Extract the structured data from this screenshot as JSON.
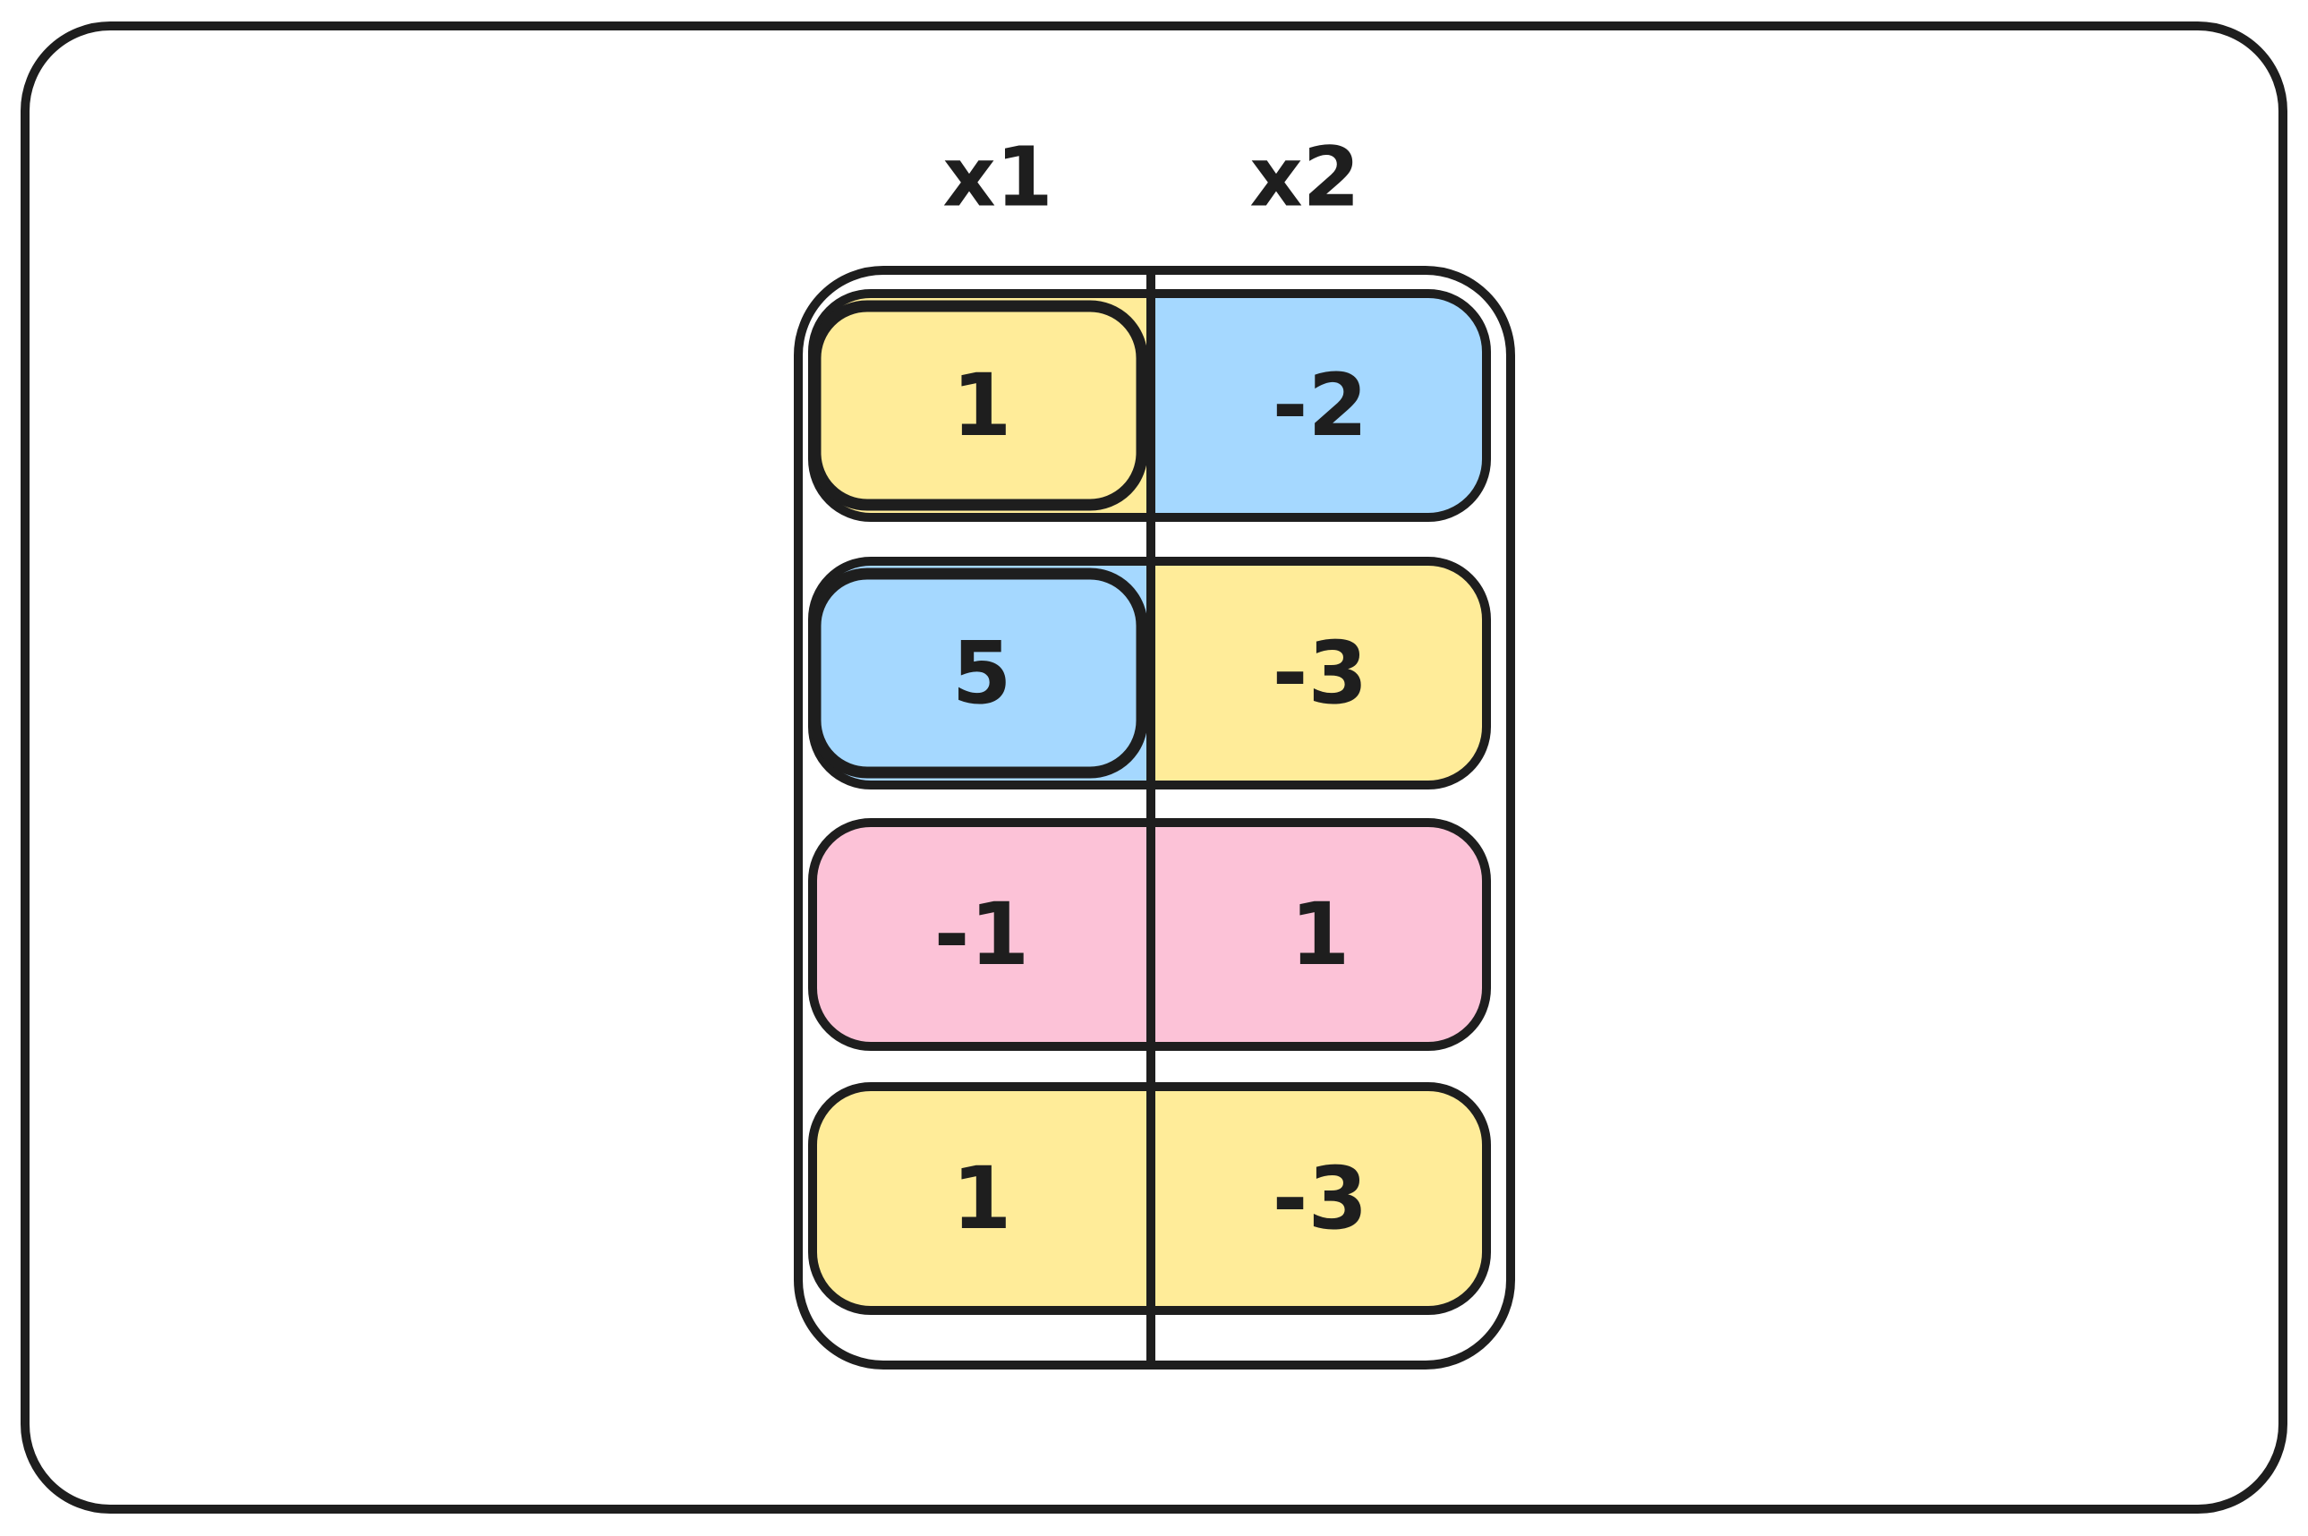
{
  "headers": [
    "x1",
    "x2"
  ],
  "rows": [
    {
      "values": [
        "1",
        "-2"
      ],
      "colors": [
        "#ffec99",
        "#a5d8ff"
      ],
      "first_cell_highlighted": true
    },
    {
      "values": [
        "5",
        "-3"
      ],
      "colors": [
        "#a5d8ff",
        "#ffec99"
      ],
      "first_cell_highlighted": true
    },
    {
      "values": [
        "-1",
        "1"
      ],
      "colors": [
        "#fcc2d7",
        "#fcc2d7"
      ],
      "first_cell_highlighted": false
    },
    {
      "values": [
        "1",
        "-3"
      ],
      "colors": [
        "#ffec99",
        "#ffec99"
      ],
      "first_cell_highlighted": false
    }
  ],
  "stroke_color": "#1e1e1e",
  "background_color": "#ffffff"
}
